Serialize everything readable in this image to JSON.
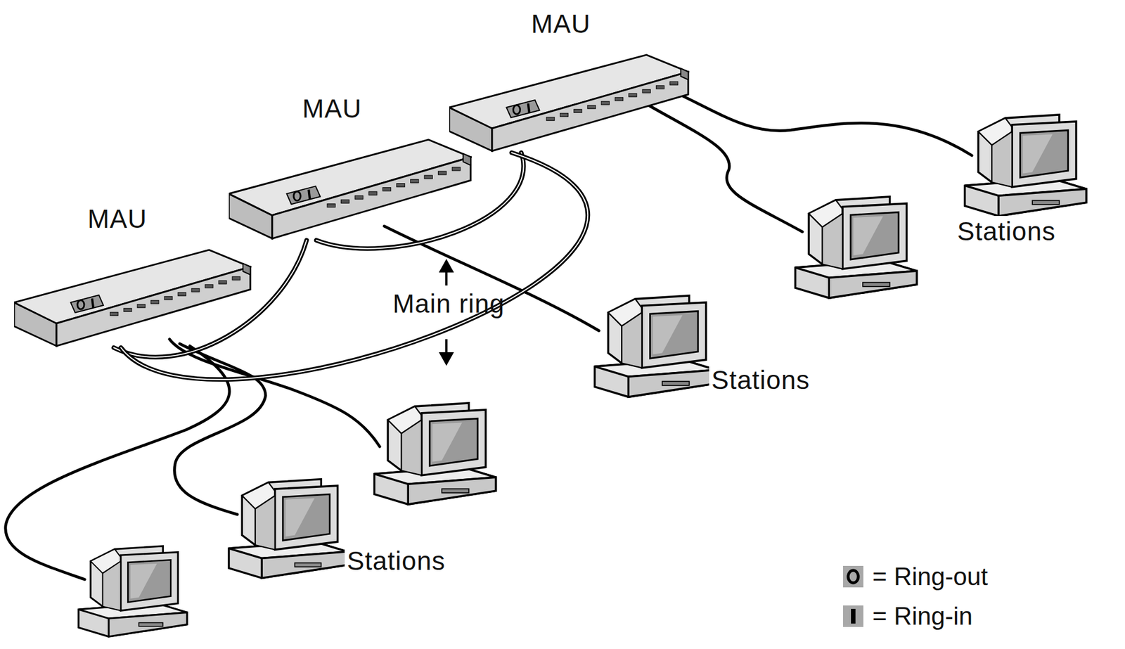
{
  "diagram": {
    "nodes": [
      {
        "text": [
          "MAU"
        ]
      },
      {
        "text": [
          "MAU"
        ]
      },
      {
        "text": [
          "MAU"
        ]
      }
    ],
    "edges": [
      {
        "from": 2,
        "to": 1,
        "arrow": "none"
      },
      {
        "from": 1,
        "to": 0,
        "arrow": "none"
      },
      {
        "from": 0,
        "to": 2,
        "arrow": "none"
      }
    ],
    "labels": [
      "Main ring",
      "Stations",
      "Stations",
      "Stations"
    ],
    "legend": [
      {
        "text": "= Ring-out"
      },
      {
        "text": "= Ring-in"
      }
    ]
  }
}
